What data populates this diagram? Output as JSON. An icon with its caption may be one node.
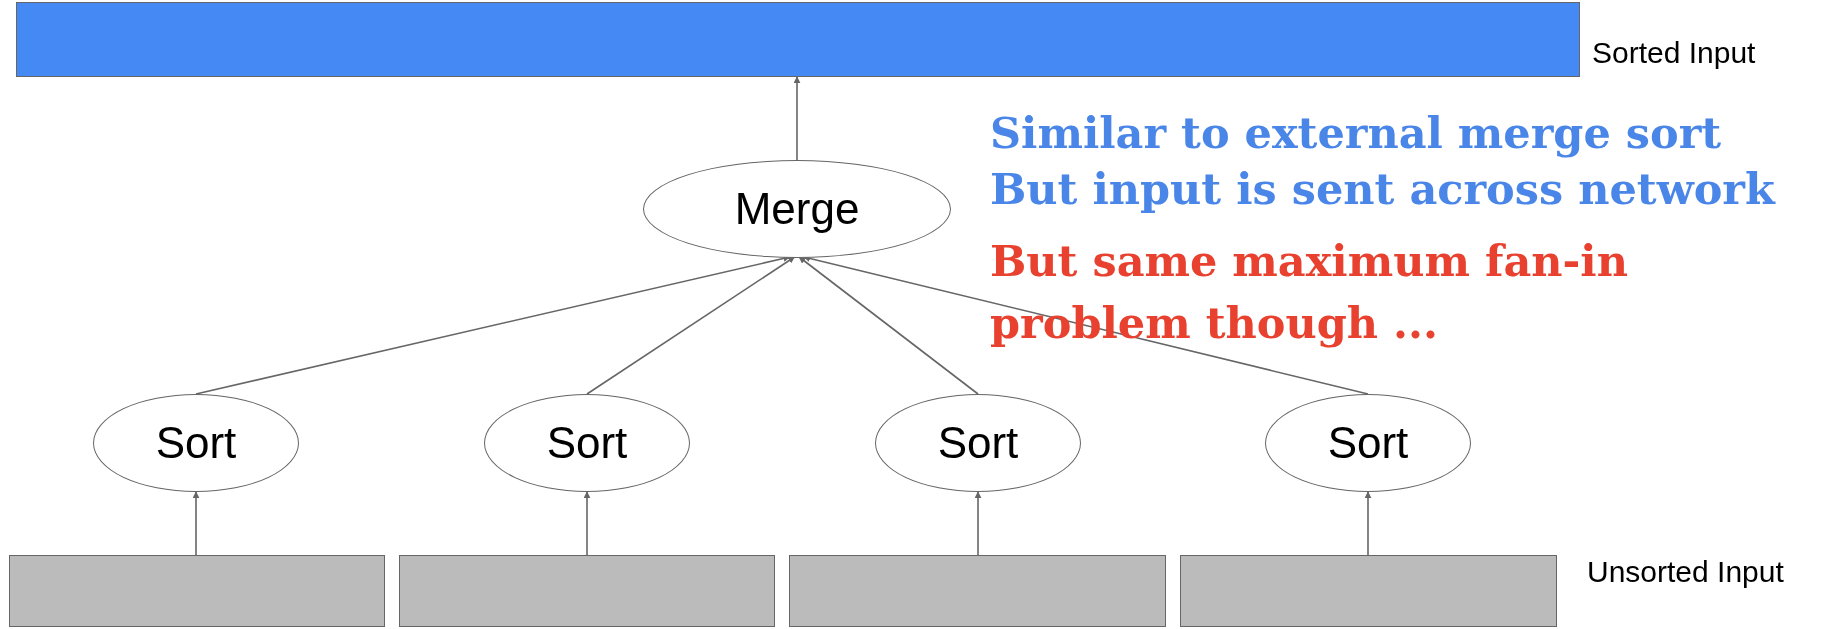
{
  "diagram": {
    "nodes": [
      {
        "text": [],
        "shape": "bar",
        "beside": [
          "Sorted Input"
        ]
      },
      {
        "text": [
          "Merge"
        ]
      },
      {
        "text": [
          "Sort"
        ]
      },
      {
        "text": [
          "Sort"
        ]
      },
      {
        "text": [
          "Sort"
        ]
      },
      {
        "text": [
          "Sort"
        ]
      },
      {
        "text": [],
        "shape": "bar"
      },
      {
        "text": [],
        "shape": "bar"
      },
      {
        "text": [],
        "shape": "bar"
      },
      {
        "text": [],
        "shape": "bar"
      }
    ],
    "edges": [
      {
        "from": 6,
        "to": 2,
        "arrow": "to"
      },
      {
        "from": 7,
        "to": 3,
        "arrow": "to"
      },
      {
        "from": 8,
        "to": 4,
        "arrow": "to"
      },
      {
        "from": 9,
        "to": 5,
        "arrow": "to"
      },
      {
        "from": 2,
        "to": 1,
        "arrow": "to"
      },
      {
        "from": 3,
        "to": 1,
        "arrow": "to"
      },
      {
        "from": 4,
        "to": 1,
        "arrow": "to"
      },
      {
        "from": 5,
        "to": 1,
        "arrow": "to"
      },
      {
        "from": 1,
        "to": 0,
        "arrow": "to"
      }
    ],
    "labels": [
      "Similar to external merge sort",
      "But input is sent across network",
      "But same maximum fan-in problem though ...",
      "Unsorted Input"
    ]
  }
}
